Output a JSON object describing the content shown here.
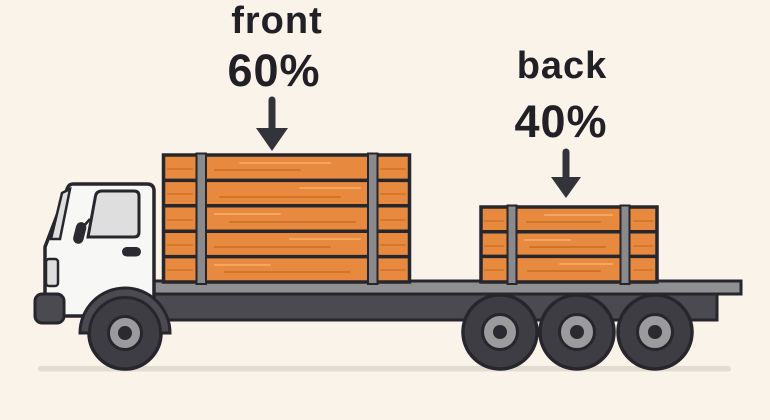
{
  "annotations": {
    "front": {
      "label": "front",
      "percent": "60%"
    },
    "back": {
      "label": "back",
      "percent": "40%"
    }
  },
  "cargo": {
    "front_stack": {
      "plank_rows": 5,
      "straps": 2,
      "position": "front of flatbed"
    },
    "back_stack": {
      "plank_rows": 3,
      "straps": 2,
      "position": "back of flatbed"
    }
  },
  "truck": {
    "type": "flatbed lumber truck",
    "front_wheels": 1,
    "rear_wheels": 3
  },
  "palette": {
    "background": "#faf3ea",
    "outline": "#26262c",
    "plank": "#e78a40",
    "plank_streak_dark": "#c96f22",
    "plank_streak_light": "#f3a964",
    "strap": "#8a8a8c",
    "deck": "#909093",
    "chassis": "#4a4a50",
    "tire": "#3d3d43",
    "hub": "#9b9b9d",
    "cab": "#f7f7f6",
    "glass": "#dedede",
    "ground_line": "#e2dcd1",
    "text": "#202026",
    "arrow": "#33333a"
  }
}
